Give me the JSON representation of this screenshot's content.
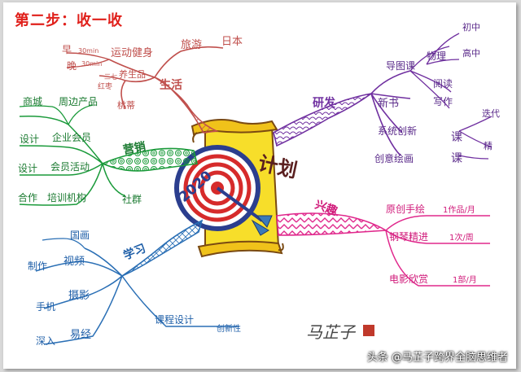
{
  "title": "第二步：收一收",
  "center": {
    "label": "计划",
    "year": "2020"
  },
  "branches": {
    "life": {
      "label": "生活",
      "travel": "旅游",
      "japan": "日本",
      "exercise": "运动健身",
      "morning": "早",
      "morning_time": "30min",
      "evening": "晚",
      "evening_time": "30min",
      "health": "养生品",
      "sanqi": "三七",
      "hongqi": "红枣",
      "taoti": "桃蒂"
    },
    "rnd": {
      "label": "研发",
      "guide": "导图课",
      "physics": "物理",
      "junior": "初中",
      "senior": "高中",
      "reading": "阅读",
      "writing": "写作",
      "newbook": "新书",
      "system": "系统创新",
      "creative": "创意绘画",
      "course1": "课",
      "course2": "课",
      "iterate": "迭代",
      "refine": "精"
    },
    "interest": {
      "label": "兴趣",
      "guzheng": "原创手绘",
      "guzheng_freq": "1作品/月",
      "piano": "钢琴精进",
      "piano_freq": "1次/周",
      "movie": "电影欣赏",
      "movie_freq": "1部/月"
    },
    "marketing": {
      "label": "营销",
      "mall": "商城",
      "products": "周边产品",
      "design1": "设计",
      "enterprise": "企业会员",
      "design2": "设计",
      "member": "会员活动",
      "partner": "合作",
      "training": "培训机构",
      "community": "社群"
    },
    "study": {
      "label": "学习",
      "drawing": "国画",
      "produce": "制作",
      "video": "视频",
      "phone": "手机",
      "photo": "摄影",
      "deep": "深入",
      "yijing": "易经",
      "course": "课程设计",
      "newview": "创新性"
    }
  },
  "signature": "马芷子",
  "watermark": "头条 @马芷子跨界全脑思维者"
}
